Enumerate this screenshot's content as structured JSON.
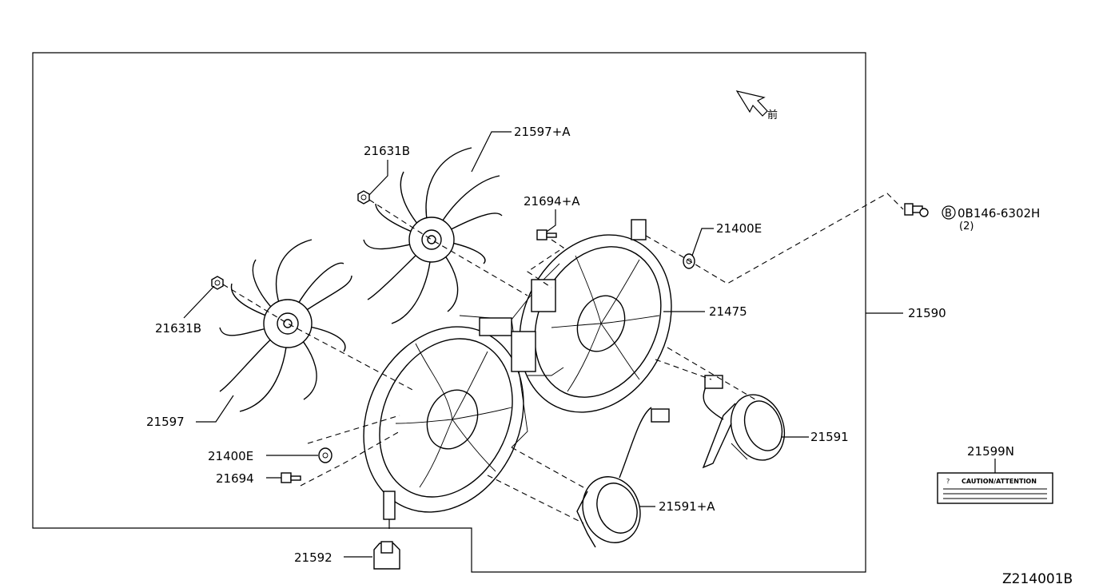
{
  "diagram": {
    "drawing_id": "Z214001B",
    "direction_mark": "前",
    "labels": {
      "fan_right": "21597+A",
      "nut_right": "21631B",
      "bolt_right": "21694+A",
      "grommet_right": "21400E",
      "shroud": "21475",
      "assembly": "21590",
      "nut_left": "21631B",
      "fan_left": "21597",
      "grommet_left": "21400E",
      "bolt_left": "21694",
      "motor_right": "21591",
      "motor_left": "21591+A",
      "bracket": "21592",
      "caution_label": "21599N",
      "bolt_ref": "0B146-6302H",
      "bolt_ref_prefix": "B",
      "bolt_ref_qty": "(2)"
    },
    "caution_text": "CAUTION/ATTENTION",
    "caution_mark": "?"
  }
}
